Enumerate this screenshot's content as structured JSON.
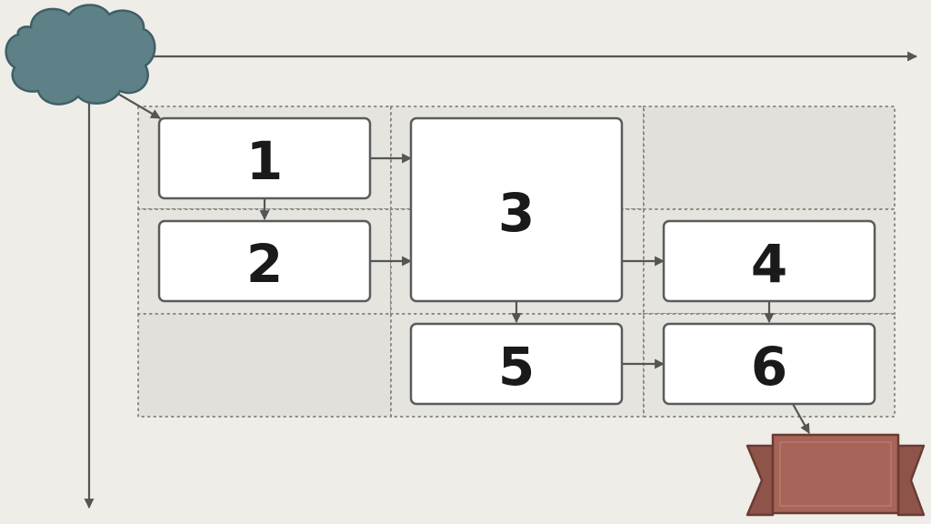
{
  "nodes": [
    {
      "id": "1",
      "label": "1"
    },
    {
      "id": "2",
      "label": "2"
    },
    {
      "id": "3",
      "label": "3"
    },
    {
      "id": "4",
      "label": "4"
    },
    {
      "id": "5",
      "label": "5"
    },
    {
      "id": "6",
      "label": "6"
    }
  ],
  "edges": [
    {
      "from": "1",
      "to": "2"
    },
    {
      "from": "1",
      "to": "3"
    },
    {
      "from": "2",
      "to": "3"
    },
    {
      "from": "3",
      "to": "4"
    },
    {
      "from": "3",
      "to": "5"
    },
    {
      "from": "4",
      "to": "6"
    },
    {
      "from": "5",
      "to": "6"
    }
  ],
  "icons": {
    "source": "cloud-icon",
    "target": "ribbon-banner-icon"
  },
  "colors": {
    "cloud": "#5e8187",
    "banner": "#a66558",
    "node_fill": "#ffffff",
    "node_stroke": "#5b5b5b",
    "arrow": "#555555"
  }
}
